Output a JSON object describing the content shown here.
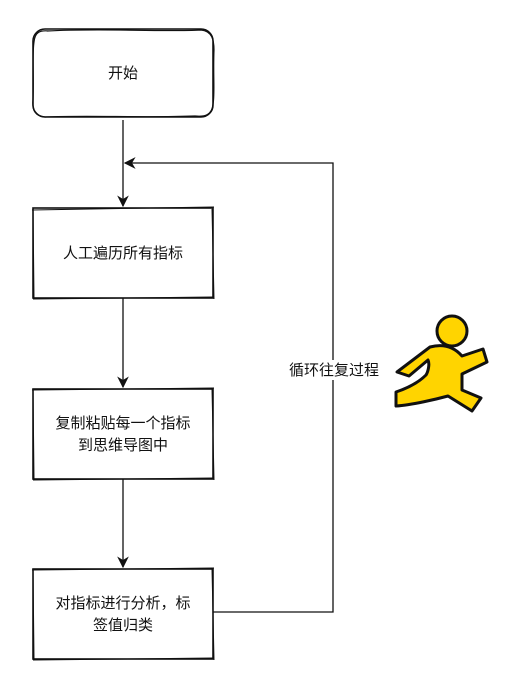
{
  "diagram": {
    "nodes": [
      {
        "id": "start",
        "label": "开始"
      },
      {
        "id": "step1",
        "label": "人工遍历所有指标"
      },
      {
        "id": "step2",
        "label": "复制粘贴每一个指标\n到思维导图中"
      },
      {
        "id": "step3",
        "label": "对指标进行分析，标\n签值归类"
      }
    ],
    "loop_label": "循环往复过程",
    "icons": {
      "runner": "running-man-icon"
    },
    "colors": {
      "stroke": "#111111",
      "runner_fill": "#FFD400"
    }
  }
}
